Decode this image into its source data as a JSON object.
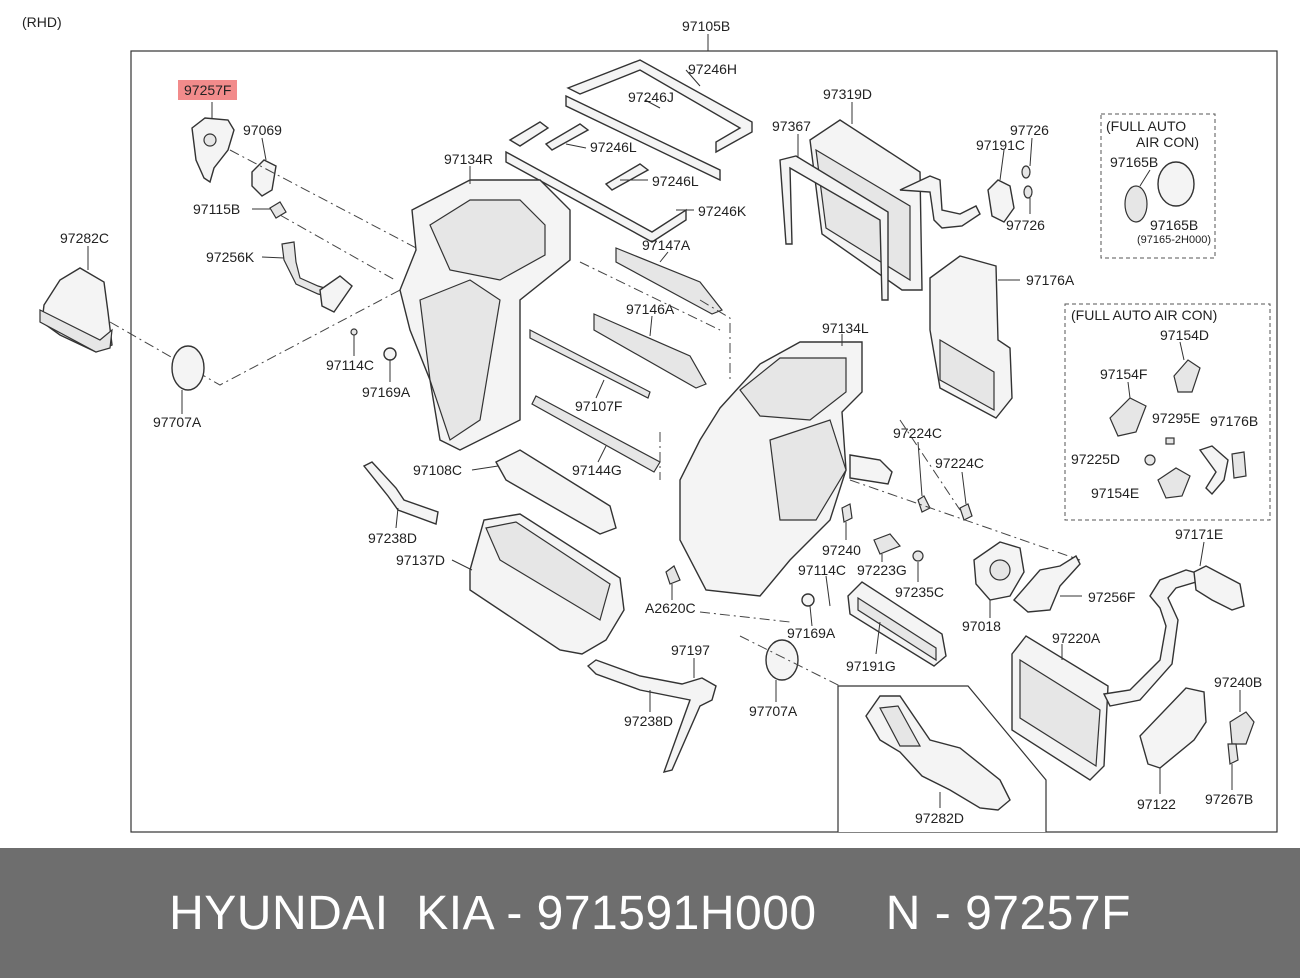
{
  "variant_label": "(RHD)",
  "assembly_label": "97105B",
  "highlighted_part": "97257F",
  "parts": {
    "p97246H": "97246H",
    "p97246J": "97246J",
    "p97246L_a": "97246L",
    "p97246L_b": "97246L",
    "p97246K": "97246K",
    "p97319D": "97319D",
    "p97367": "97367",
    "p97726_a": "97726",
    "p97726_b": "97726",
    "p97191C": "97191C",
    "p97069": "97069",
    "p97134R": "97134R",
    "p97115B": "97115B",
    "p97282C": "97282C",
    "p97256K": "97256K",
    "p97147A": "97147A",
    "p97176A": "97176A",
    "p97146A": "97146A",
    "p97134L": "97134L",
    "p97114C_a": "97114C",
    "p97169A_a": "97169A",
    "p97707A_a": "97707A",
    "p97107F": "97107F",
    "p97108C": "97108C",
    "p97144G": "97144G",
    "p97224C_a": "97224C",
    "p97224C_b": "97224C",
    "p97238D_a": "97238D",
    "p97137D": "97137D",
    "p97240": "97240",
    "p97114C_b": "97114C",
    "p97223G": "97223G",
    "p97235C": "97235C",
    "p97256F": "97256F",
    "p97171E": "97171E",
    "pA2620C": "A2620C",
    "p97169A_b": "97169A",
    "p97018": "97018",
    "p97191G": "97191G",
    "p97220A": "97220A",
    "p97197": "97197",
    "p97707A_b": "97707A",
    "p97238D_b": "97238D",
    "p97240B": "97240B",
    "p97282D": "97282D",
    "p97122": "97122",
    "p97267B": "97267B"
  },
  "note_auto_1": {
    "title_line1": "(FULL AUTO",
    "title_line2": "AIR CON)",
    "p97165B_a": "97165B",
    "p97165B_b": "97165B",
    "sub_code": "(97165-2H000)"
  },
  "note_auto_2": {
    "title": "(FULL AUTO AIR CON)",
    "p97154D": "97154D",
    "p97154F": "97154F",
    "p97295E": "97295E",
    "p97176B": "97176B",
    "p97225D": "97225D",
    "p97154E": "97154E"
  },
  "footer": {
    "brand": "HYUNDAI  KIA - 971591H000     N - 97257F"
  }
}
